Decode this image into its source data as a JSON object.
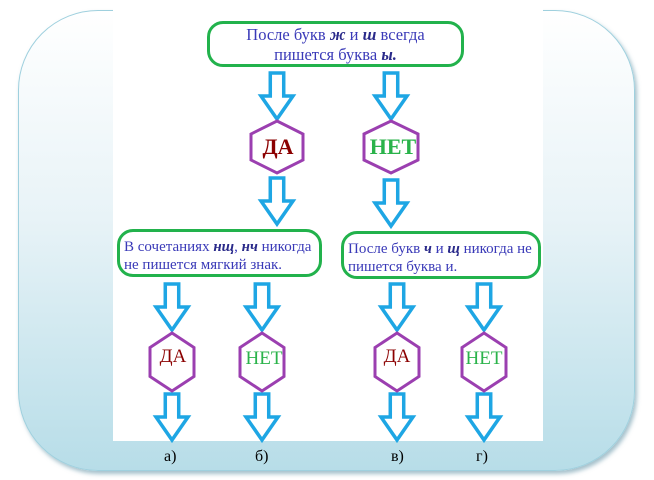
{
  "title_box": {
    "line1_pre": "После букв ",
    "line1_b1": "ж",
    "line1_mid": " и ",
    "line1_b2": "ш",
    "line1_post": " всегда",
    "line2_pre": "пишется буква ",
    "line2_b": "ы."
  },
  "top_branches": {
    "yes_label": "ДА",
    "no_label": "НЕТ"
  },
  "left_box": {
    "pre": "В сочетаниях ",
    "b1": "нщ",
    "mid": ", ",
    "b2": "нч",
    "post": " никогда",
    "line2": "не пишется мягкий знак."
  },
  "right_box": {
    "pre": "После букв ",
    "b1": "ч",
    "mid": " и ",
    "b2": "щ",
    "post": " никогда не",
    "line2": "пишется буква и."
  },
  "bottom_branches": [
    {
      "label": "ДА",
      "kind": "yes",
      "variant": "а)"
    },
    {
      "label": "НЕТ",
      "kind": "no",
      "variant": "б)"
    },
    {
      "label": "ДА",
      "kind": "yes",
      "variant": "в)"
    },
    {
      "label": "НЕТ",
      "kind": "no",
      "variant": "г)"
    }
  ],
  "colors": {
    "arrow": "#1ea6e4",
    "hexagon": "#9b3fb0",
    "box_border": "#22b24c",
    "text": "#3a3ab8",
    "yes": "#8b0000",
    "no": "#2ab34a"
  }
}
